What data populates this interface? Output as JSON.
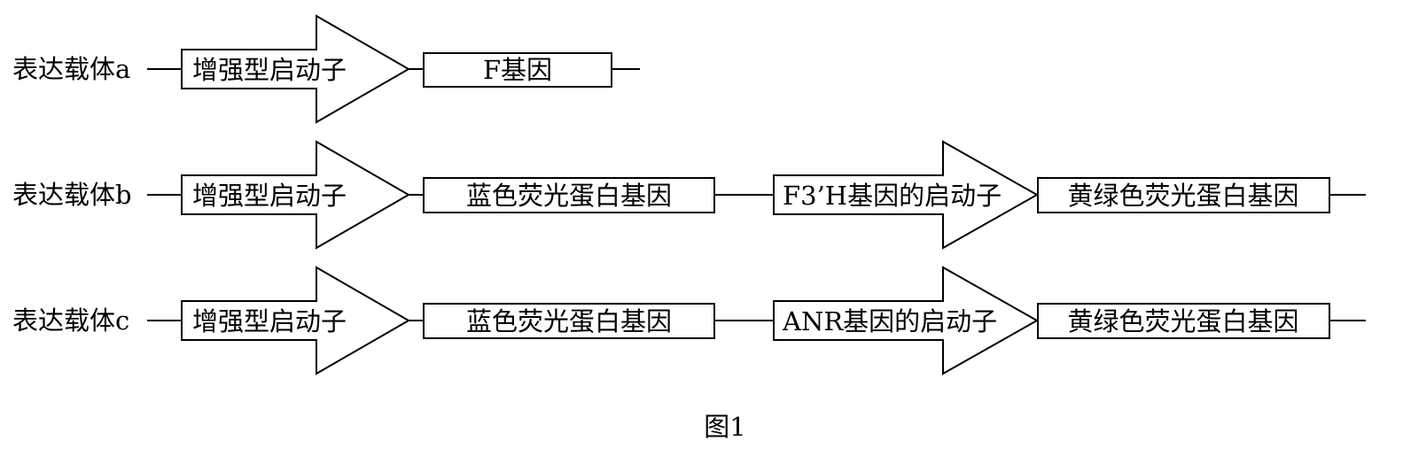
{
  "vectors": [
    {
      "name": "表达载体a",
      "elements": [
        {
          "kind": "promoter",
          "label": "增强型启动子"
        },
        {
          "kind": "gene",
          "label": "F基因"
        }
      ]
    },
    {
      "name": "表达载体b",
      "elements": [
        {
          "kind": "promoter",
          "label": "增强型启动子"
        },
        {
          "kind": "gene",
          "label": "蓝色荧光蛋白基因"
        },
        {
          "kind": "promoter",
          "label": "F3’H基因的启动子"
        },
        {
          "kind": "gene",
          "label": "黄绿色荧光蛋白基因"
        }
      ]
    },
    {
      "name": "表达载体c",
      "elements": [
        {
          "kind": "promoter",
          "label": "增强型启动子"
        },
        {
          "kind": "gene",
          "label": "蓝色荧光蛋白基因"
        },
        {
          "kind": "promoter",
          "label": "ANR基因的启动子"
        },
        {
          "kind": "gene",
          "label": "黄绿色荧光蛋白基因"
        }
      ]
    }
  ],
  "caption": "图1"
}
